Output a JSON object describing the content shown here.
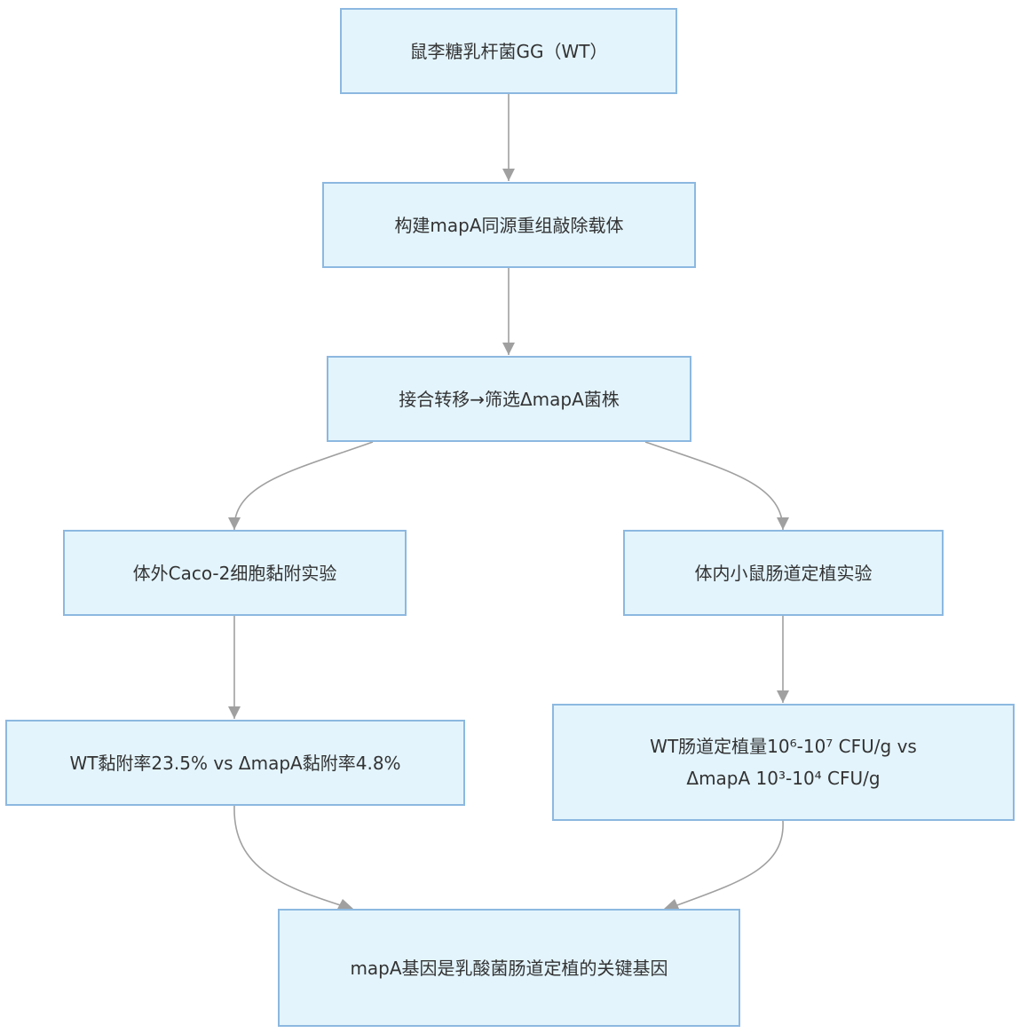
{
  "colors": {
    "node_fill": "#e3f4fc",
    "node_border": "#8cb8e0",
    "edge": "#a0a0a0",
    "text": "#333333"
  },
  "nodes": {
    "wt_strain": "鼠李糖乳杆菌GG（WT）",
    "construct_vector": "构建mapA同源重组敲除载体",
    "conjugation_screen": "接合转移→筛选ΔmapA菌株",
    "in_vitro_adhesion": "体外Caco-2细胞黏附实验",
    "in_vivo_colonization": "体内小鼠肠道定植实验",
    "adhesion_result": "WT黏附率23.5% vs ΔmapA黏附率4.8%",
    "colonization_result_line1": "WT肠道定植量10⁶-10⁷ CFU/g vs",
    "colonization_result_line2": "ΔmapA 10³-10⁴ CFU/g",
    "conclusion": "mapA基因是乳酸菌肠道定植的关键基因"
  },
  "edges": [
    {
      "from": "wt_strain",
      "to": "construct_vector"
    },
    {
      "from": "construct_vector",
      "to": "conjugation_screen"
    },
    {
      "from": "conjugation_screen",
      "to": "in_vitro_adhesion"
    },
    {
      "from": "conjugation_screen",
      "to": "in_vivo_colonization"
    },
    {
      "from": "in_vitro_adhesion",
      "to": "adhesion_result"
    },
    {
      "from": "in_vivo_colonization",
      "to": "colonization_result"
    },
    {
      "from": "adhesion_result",
      "to": "conclusion"
    },
    {
      "from": "colonization_result",
      "to": "conclusion"
    }
  ]
}
